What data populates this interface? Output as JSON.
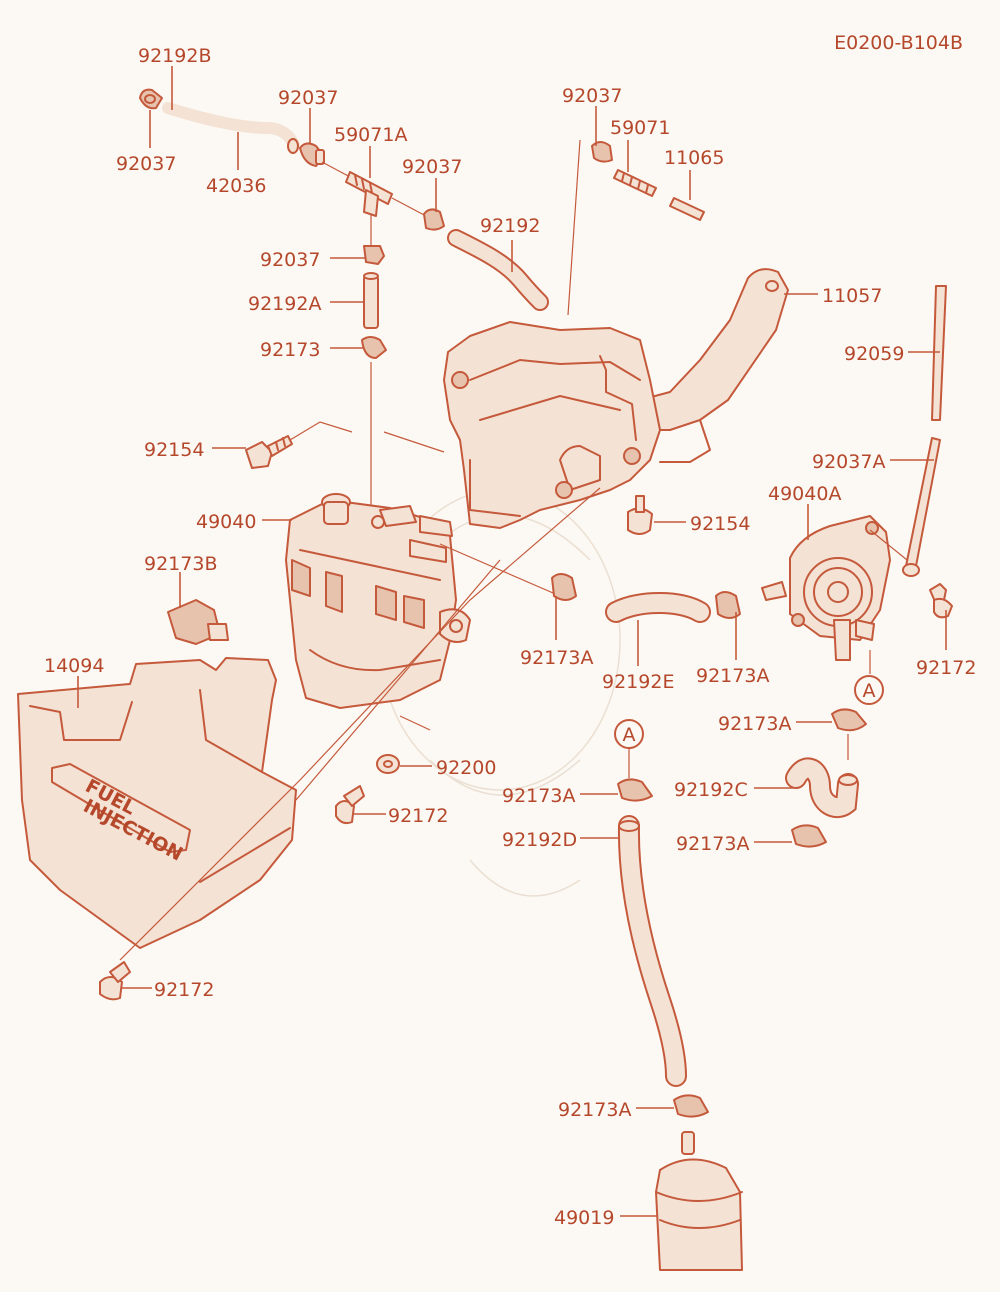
{
  "diagram_code": "E0200-B104B",
  "colors": {
    "line": "#c5593b",
    "text": "#b5472b",
    "background": "#fcf9f4",
    "fill": "#f4e2d4"
  },
  "labels": {
    "l92192B_top": "92192B",
    "l92037_left": "92037",
    "l42036": "42036",
    "l92037_top_mid": "92037",
    "l59071A": "59071A",
    "l92037_mid": "92037",
    "l92037_tee": "92037",
    "l92192": "92192",
    "l92192A": "92192A",
    "l92173": "92173",
    "l92037_top_right": "92037",
    "l59071": "59071",
    "l11065": "11065",
    "l11057": "11057",
    "l92059": "92059",
    "l92037A": "92037A",
    "l92154_left": "92154",
    "l49040": "49040",
    "l92154_right": "92154",
    "l49040A": "49040A",
    "l92173B": "92173B",
    "l92173A_mid": "92173A",
    "l92192E": "92192E",
    "l92173A_pump": "92173A",
    "l92172_right": "92172",
    "l14094": "14094",
    "l92173A_right": "92173A",
    "l92200": "92200",
    "l92173A_center": "92173A",
    "l92192C": "92192C",
    "l92172_center": "92172",
    "l92192D": "92192D",
    "l92173A_right_lower": "92173A",
    "l92172_bottom": "92172",
    "l92173A_bottom": "92173A",
    "l49019": "49019"
  },
  "connectors": {
    "a_right": "A",
    "a_center": "A"
  },
  "cover_text": {
    "line1": "FUEL",
    "line2": "INJECTION"
  }
}
